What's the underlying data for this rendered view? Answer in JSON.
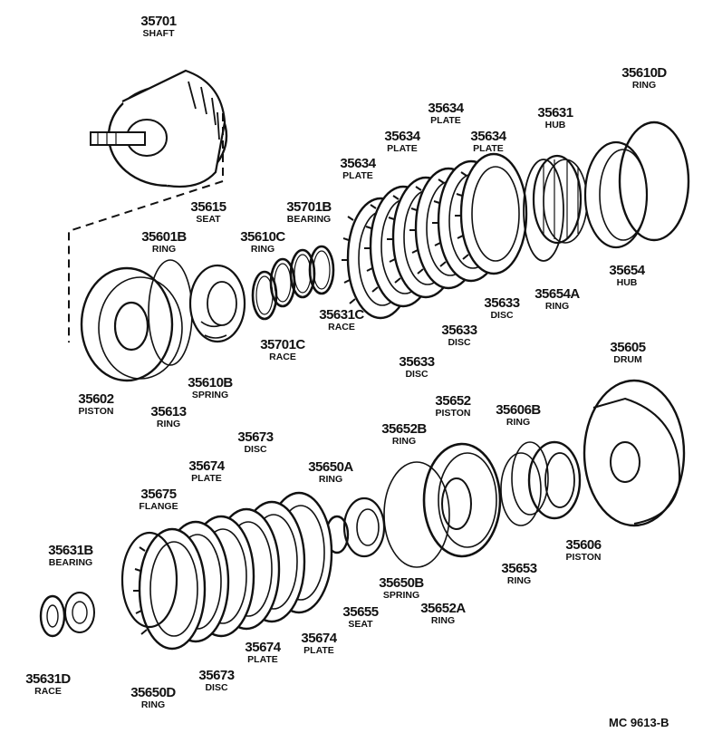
{
  "diagram": {
    "code": "MC 9613-B",
    "line_color": "#111111",
    "parts": [
      {
        "num": "35701",
        "name": "SHAFT"
      },
      {
        "num": "35610D",
        "name": "RING"
      },
      {
        "num": "35634",
        "name": "PLATE"
      },
      {
        "num": "35631",
        "name": "HUB"
      },
      {
        "num": "35634",
        "name": "PLATE"
      },
      {
        "num": "35634",
        "name": "PLATE"
      },
      {
        "num": "35634",
        "name": "PLATE"
      },
      {
        "num": "35615",
        "name": "SEAT"
      },
      {
        "num": "35701B",
        "name": "BEARING"
      },
      {
        "num": "35601B",
        "name": "RING"
      },
      {
        "num": "35610C",
        "name": "RING"
      },
      {
        "num": "35654",
        "name": "HUB"
      },
      {
        "num": "35654A",
        "name": "RING"
      },
      {
        "num": "35633",
        "name": "DISC"
      },
      {
        "num": "35631C",
        "name": "RACE"
      },
      {
        "num": "35633",
        "name": "DISC"
      },
      {
        "num": "35701C",
        "name": "RACE"
      },
      {
        "num": "35605",
        "name": "DRUM"
      },
      {
        "num": "35633",
        "name": "DISC"
      },
      {
        "num": "35610B",
        "name": "SPRING"
      },
      {
        "num": "35602",
        "name": "PISTON"
      },
      {
        "num": "35613",
        "name": "RING"
      },
      {
        "num": "35652",
        "name": "PISTON"
      },
      {
        "num": "35606B",
        "name": "RING"
      },
      {
        "num": "35652B",
        "name": "RING"
      },
      {
        "num": "35673",
        "name": "DISC"
      },
      {
        "num": "35674",
        "name": "PLATE"
      },
      {
        "num": "35650A",
        "name": "RING"
      },
      {
        "num": "35675",
        "name": "FLANGE"
      },
      {
        "num": "35631B",
        "name": "BEARING"
      },
      {
        "num": "35606",
        "name": "PISTON"
      },
      {
        "num": "35653",
        "name": "RING"
      },
      {
        "num": "35650B",
        "name": "SPRING"
      },
      {
        "num": "35655",
        "name": "SEAT"
      },
      {
        "num": "35652A",
        "name": "RING"
      },
      {
        "num": "35674",
        "name": "PLATE"
      },
      {
        "num": "35674",
        "name": "PLATE"
      },
      {
        "num": "35631D",
        "name": "RACE"
      },
      {
        "num": "35673",
        "name": "DISC"
      },
      {
        "num": "35650D",
        "name": "RING"
      }
    ]
  }
}
